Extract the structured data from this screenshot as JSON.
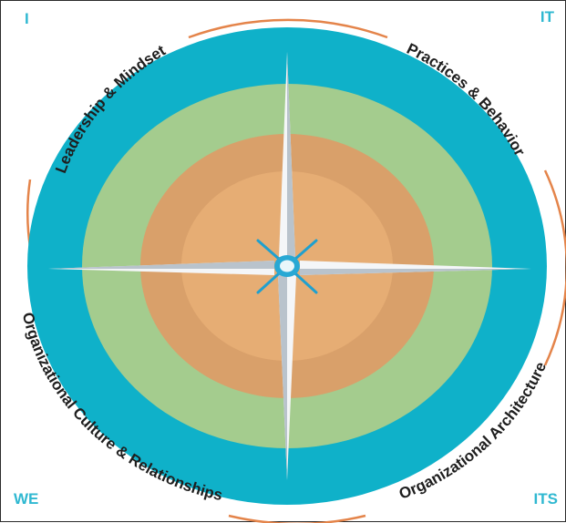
{
  "corners": {
    "top_left": "I",
    "top_right": "IT",
    "bottom_left": "WE",
    "bottom_right": "ITS"
  },
  "quadrants": {
    "top_left": "Leadership & Mindset",
    "top_right": "Practices & Behavior",
    "bottom_left": "Organizational Culture & Relationships",
    "bottom_right": "Organizational Architecture"
  },
  "colors": {
    "outer_ring": "#0fb1c9",
    "middle_ring": "#a4cc8e",
    "inner_ring": "#d9a06a",
    "core": "#e6ad74",
    "arc": "#e4844a",
    "corner_text": "#2fb8d1",
    "compass_center": "#28a8d4"
  },
  "icons": {
    "center": "compass-rose-icon"
  }
}
